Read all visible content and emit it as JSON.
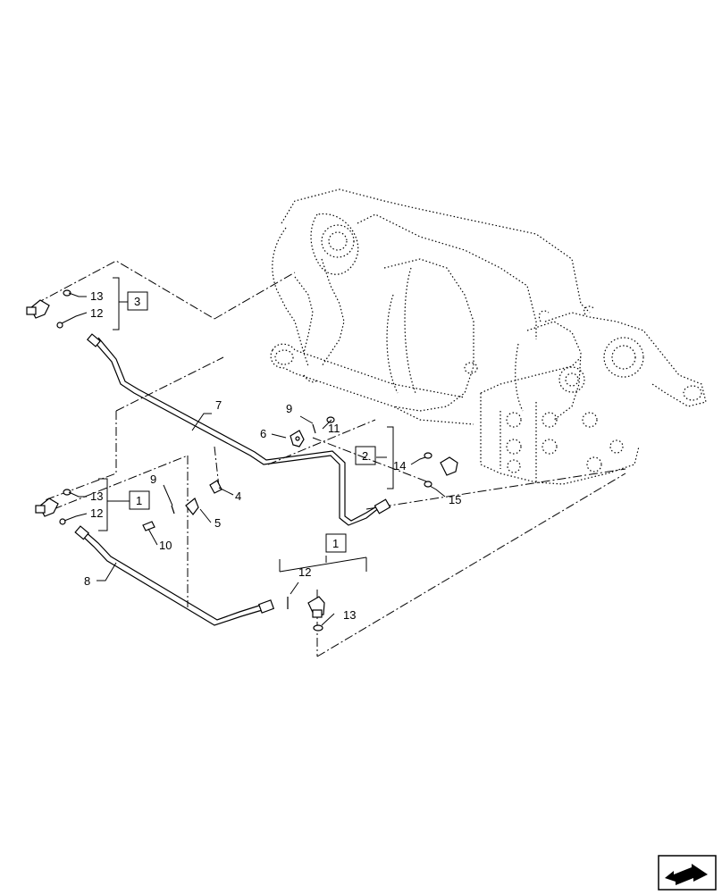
{
  "callouts": {
    "c13a": "13",
    "c12a": "12",
    "box3": "3",
    "c7": "7",
    "c9a": "9",
    "c11": "11",
    "c6": "6",
    "box2": "2",
    "c14": "14",
    "c15": "15",
    "c13b": "13",
    "c12b": "12",
    "box1a": "1",
    "c9b": "9",
    "c4": "4",
    "c5": "5",
    "c10": "10",
    "c8": "8",
    "box1b": "1",
    "c12c": "12",
    "c13c": "13"
  },
  "nav": {
    "icon": "next-page-arrow-icon"
  }
}
